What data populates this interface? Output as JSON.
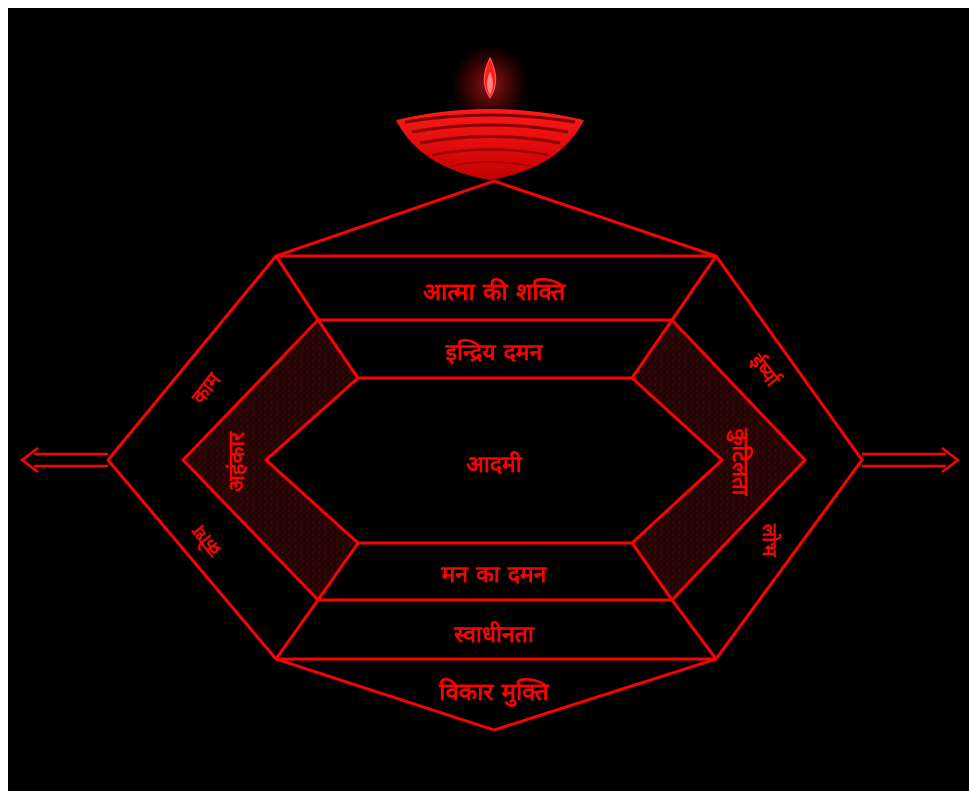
{
  "colors": {
    "background": "#000000",
    "frame": "#ffffff",
    "line": "#ff0000",
    "text": "#ff0000",
    "shaded_band": "#2a0606"
  },
  "lamp": {
    "icon": "diya-lamp-icon"
  },
  "arrows": {
    "left": "left-arrow-icon",
    "right": "right-arrow-icon"
  },
  "diagram": {
    "top_label": "आत्मा की शक्ति",
    "upper_middle_label": "इन्द्रिय दमन",
    "center_label": "आदमी",
    "lower_middle_label": "मन का दमन",
    "bottom_label": "स्वाधीनता",
    "base_label": "विकार मुक्ति",
    "outer_left_upper": "काम",
    "outer_left_lower": "क्रोध",
    "outer_right_upper": "ईर्ष्या",
    "outer_right_lower": "लोभ",
    "inner_left": "अहंकार",
    "inner_right": "कुटिलता"
  }
}
